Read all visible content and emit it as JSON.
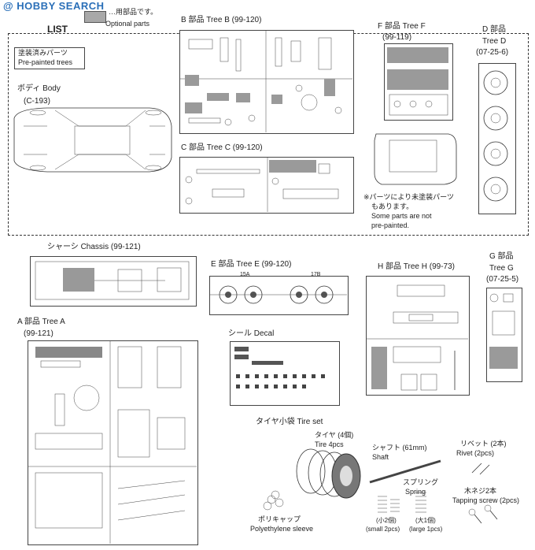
{
  "watermark": "@ HOBBY SEARCH",
  "header": {
    "list_label": "LIST",
    "optional_jp": "…用部品です。",
    "optional_en": "Optional parts"
  },
  "prepainted": {
    "jp": "塗装済みパーツ",
    "en": "Pre-painted trees"
  },
  "body": {
    "jp": "ボディ Body",
    "code": "(C-193)"
  },
  "tree_b": {
    "title": "B 部品 Tree B (99-120)"
  },
  "tree_c": {
    "title": "C 部品 Tree C (99-120)"
  },
  "tree_f": {
    "title": "F 部品 Tree F",
    "code": "(99-119)"
  },
  "tree_d": {
    "title": "D 部品",
    "name": "Tree D",
    "code": "(07-25-6)"
  },
  "note": {
    "jp": "※パーツにより未塗装パーツ",
    "jp2": "もあります。",
    "en1": "Some parts are not",
    "en2": "pre-painted."
  },
  "chassis": {
    "title": "シャーシ Chassis (99-121)"
  },
  "tree_e": {
    "title": "E 部品 Tree E (99-120)",
    "n1": "15A",
    "n2": "17B"
  },
  "tree_h": {
    "title": "H 部品 Tree H (99-73)"
  },
  "tree_g": {
    "title": "G 部品",
    "name": "Tree G",
    "code": "(07-25-5)"
  },
  "tree_a": {
    "title": "A 部品 Tree A",
    "code": "(99-121)"
  },
  "decal": {
    "title": "シール Decal"
  },
  "tire_set": {
    "title": "タイヤ小袋 Tire set",
    "tire_jp": "タイヤ (4個)",
    "tire_en": "Tire 4pcs",
    "shaft_jp": "シャフト (61mm)",
    "shaft_en": "Shaft",
    "rivet_jp": "リベット (2本)",
    "rivet_en": "Rivet (2pcs)",
    "spring_jp": "スプリング",
    "spring_en": "Spring",
    "small": "(小2個)",
    "small_en": "(small 2pcs)",
    "large": "(大1個)",
    "large_en": "(large 1pcs)",
    "screw_jp": "木ネジ2本",
    "screw_en": "Tapping screw (2pcs)",
    "poly_jp": "ポリキャップ",
    "poly_en": "Polyethylene sleeve"
  }
}
